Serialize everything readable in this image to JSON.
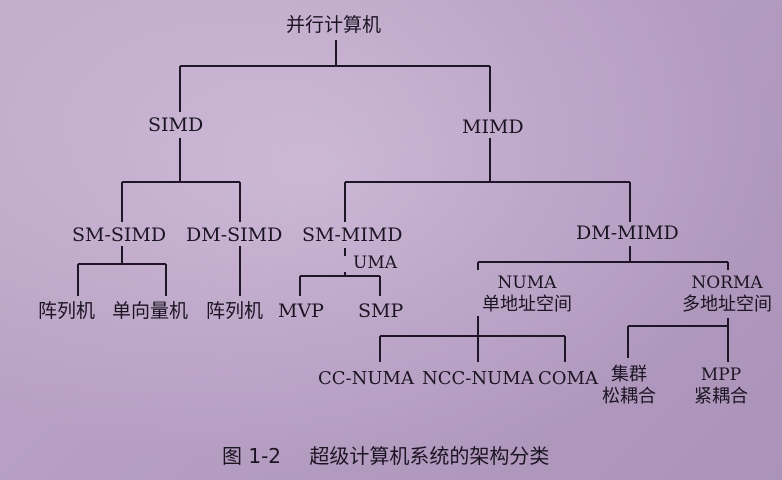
{
  "diagram": {
    "root": "并行计算机",
    "simd": "SIMD",
    "mimd": "MIMD",
    "sm_simd": "SM-SIMD",
    "dm_simd": "DM-SIMD",
    "sm_mimd": "SM-MIMD",
    "uma": "UMA",
    "dm_mimd": "DM-MIMD",
    "numa_line1": "NUMA",
    "numa_line2": "单地址空间",
    "norma_line1": "NORMA",
    "norma_line2": "多地址空间",
    "leaf_array1": "阵列机",
    "leaf_vector": "单向量机",
    "leaf_array2": "阵列机",
    "leaf_mvp": "MVP",
    "leaf_smp": "SMP",
    "leaf_ccnuma": "CC-NUMA",
    "leaf_nccnuma": "NCC-NUMA",
    "leaf_coma": "COMA",
    "leaf_cluster_line1": "集群",
    "leaf_cluster_line2": "松耦合",
    "leaf_mpp_line1": "MPP",
    "leaf_mpp_line2": "紧耦合"
  },
  "caption": {
    "number": "图 1-2",
    "title": "超级计算机系统的架构分类"
  }
}
